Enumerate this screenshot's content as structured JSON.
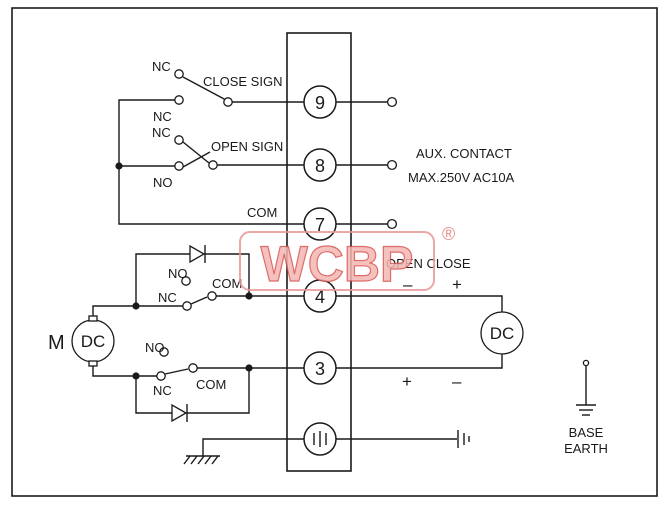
{
  "labels": {
    "nc": "NC",
    "no": "NO",
    "com": "COM",
    "close_sign": "CLOSE SIGN",
    "open_sign": "OPEN SIGN",
    "aux_contact": "AUX. CONTACT",
    "aux_rating": "MAX.250V AC10A",
    "open_close": "OPEN CLOSE",
    "minus": "–",
    "plus": "+",
    "motor_m": "M",
    "dc": "DC",
    "base": "BASE",
    "earth": "EARTH",
    "watermark": "WCBP",
    "registered": "®"
  },
  "terminals": {
    "t9": "9",
    "t8": "8",
    "t7": "7",
    "t4": "4",
    "t3": "3"
  },
  "colors": {
    "line": "#1a1a1a",
    "watermark_fill": "#f3b7b5",
    "watermark_stroke": "#d9534f"
  }
}
